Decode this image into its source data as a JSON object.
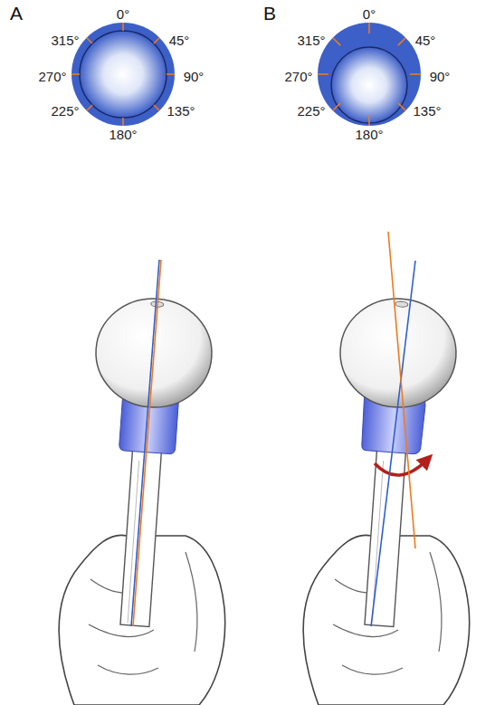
{
  "diagram": {
    "labels": [
      "A",
      "0°",
      "45°",
      "90°",
      "135°",
      "180°",
      "225°",
      "270°",
      "315°",
      "B",
      "0°",
      "45°",
      "90°",
      "135°",
      "180°",
      "225°",
      "270°",
      "315°"
    ]
  }
}
